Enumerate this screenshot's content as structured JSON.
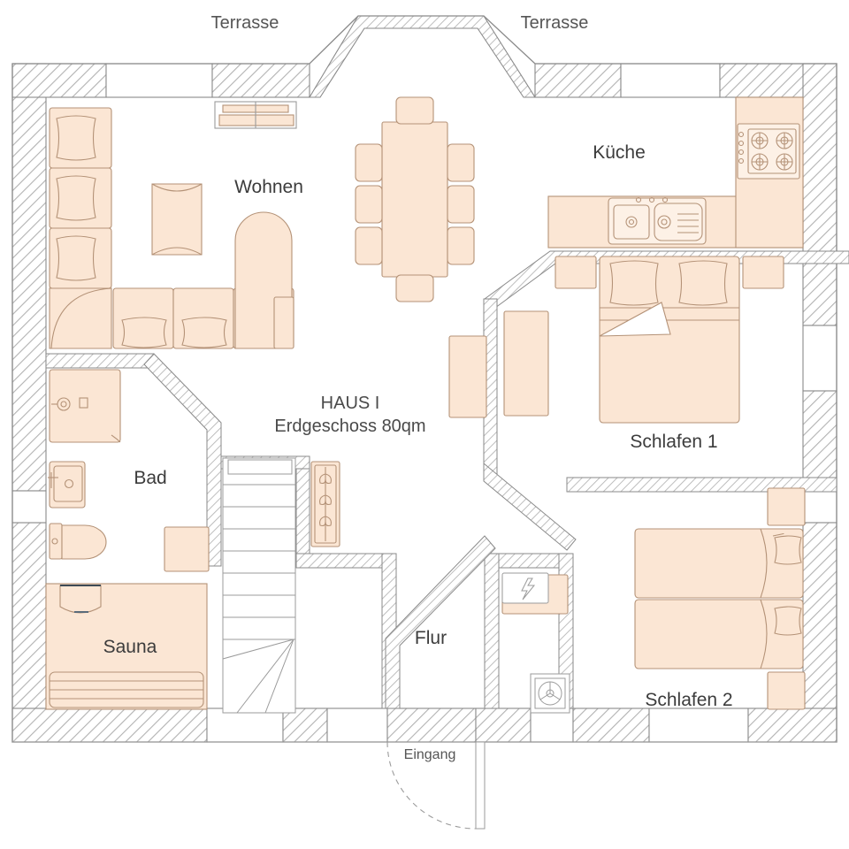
{
  "plan": {
    "title_line1": "HAUS I",
    "title_line2": "Erdgeschoss 80qm",
    "colors": {
      "furniture_fill": "#fbe6d4",
      "furniture_stroke": "#b49277",
      "wall_stroke": "#8a8a8a",
      "hatch_stroke": "#b0b0b0",
      "text": "#444444",
      "background": "#ffffff"
    }
  },
  "labels": {
    "terrace_left": "Terrasse",
    "terrace_right": "Terrasse",
    "living": "Wohnen",
    "kitchen": "Küche",
    "bedroom1": "Schlafen 1",
    "bedroom2": "Schlafen 2",
    "bath": "Bad",
    "sauna": "Sauna",
    "hall": "Flur",
    "entrance": "Eingang"
  },
  "rooms": [
    {
      "name": "Wohnen",
      "label": "Wohnen",
      "area_note": ""
    },
    {
      "name": "Küche",
      "label": "Küche",
      "area_note": ""
    },
    {
      "name": "Schlafen 1",
      "label": "Schlafen 1",
      "area_note": ""
    },
    {
      "name": "Schlafen 2",
      "label": "Schlafen 2",
      "area_note": ""
    },
    {
      "name": "Bad",
      "label": "Bad",
      "area_note": ""
    },
    {
      "name": "Sauna",
      "label": "Sauna",
      "area_note": ""
    },
    {
      "name": "Flur",
      "label": "Flur",
      "area_note": ""
    }
  ],
  "fixtures": {
    "sofa": "sectional-sofa",
    "armchair": "armchair",
    "tv_unit": "tv-media-unit",
    "dining_table": "dining-table",
    "dining_chairs_count": 8,
    "kitchen_sink": "double-sink",
    "cooktop": "gas-cooktop-4-burner",
    "bed_double": "double-bed",
    "bed_single_count": 2,
    "nightstands_count": 4,
    "shower": "shower-cabin",
    "washbasin": "washbasin",
    "toilet": "toilet",
    "sauna_stove": "sauna-heater",
    "sauna_bench": "sauna-bench",
    "stairs": "staircase-with-winders",
    "coat_rack": "coat-rack",
    "electrical_panel": "electrical-panel",
    "washing_machine": "washing-machine",
    "wardrobes_count": 4,
    "entrance_door": "entry-door-swing"
  }
}
